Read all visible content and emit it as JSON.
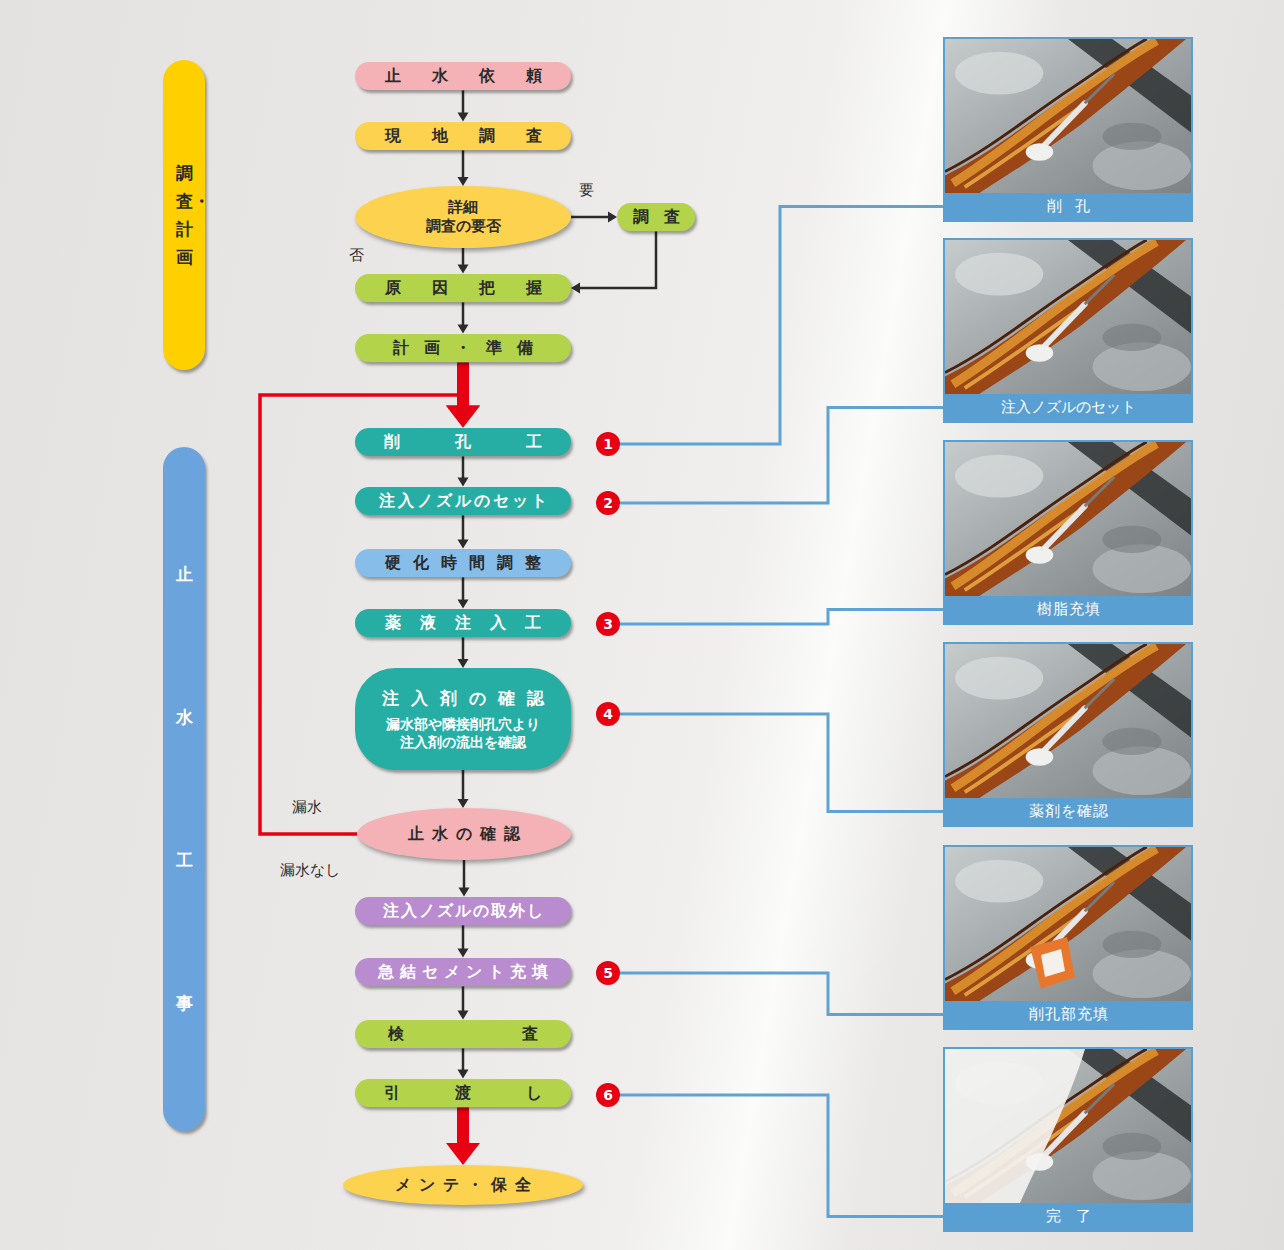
{
  "diagram": {
    "nodes": [
      {
        "text": [
          "調査・計画"
        ]
      },
      {
        "text": [
          "止水依頼"
        ]
      },
      {
        "text": [
          "現地調査"
        ]
      },
      {
        "text": [
          "詳細 調査の要否"
        ]
      },
      {
        "text": [
          "調査"
        ]
      },
      {
        "text": [
          "原因把握"
        ]
      },
      {
        "text": [
          "計画・準備"
        ]
      },
      {
        "text": [
          "止水工事"
        ]
      },
      {
        "text": [
          "削孔工"
        ]
      },
      {
        "text": [
          "注入ノズルのセット"
        ]
      },
      {
        "text": [
          "硬化時間調整"
        ]
      },
      {
        "text": [
          "薬液注入工"
        ]
      },
      {
        "text": [
          "注入剤の確認",
          "漏水部や隣接削孔穴より 注入剤の流出を確認"
        ]
      },
      {
        "text": [
          "止水の確認"
        ]
      },
      {
        "text": [
          "注入ノズルの取外し"
        ]
      },
      {
        "text": [
          "急結セメント充填"
        ]
      },
      {
        "text": [
          "検査"
        ]
      },
      {
        "text": [
          "引渡し"
        ]
      },
      {
        "text": [
          "メンテ・保全"
        ]
      },
      {
        "text": [
          "1"
        ]
      },
      {
        "text": [
          "2"
        ]
      },
      {
        "text": [
          "3"
        ]
      },
      {
        "text": [
          "4"
        ]
      },
      {
        "text": [
          "5"
        ]
      },
      {
        "text": [
          "6"
        ]
      },
      {
        "text": [
          "削孔"
        ]
      },
      {
        "text": [
          "注入ノズルのセット"
        ]
      },
      {
        "text": [
          "樹脂充填"
        ]
      },
      {
        "text": [
          "薬剤を確認"
        ]
      },
      {
        "text": [
          "削孔部充填"
        ]
      },
      {
        "text": [
          "完了"
        ]
      }
    ],
    "edges": [
      {
        "from": 1,
        "to": 2,
        "arrow": "to"
      },
      {
        "from": 2,
        "to": 3,
        "arrow": "to"
      },
      {
        "from": 3,
        "to": 4,
        "label": "要",
        "arrow": "to"
      },
      {
        "from": 3,
        "to": 5,
        "label": "否",
        "arrow": "to"
      },
      {
        "from": 4,
        "to": 5,
        "arrow": "to"
      },
      {
        "from": 5,
        "to": 6,
        "arrow": "to"
      },
      {
        "from": 6,
        "to": 8,
        "arrow": "to"
      },
      {
        "from": 8,
        "to": 9,
        "arrow": "to"
      },
      {
        "from": 9,
        "to": 10,
        "arrow": "to"
      },
      {
        "from": 10,
        "to": 11,
        "arrow": "to"
      },
      {
        "from": 11,
        "to": 12,
        "arrow": "to"
      },
      {
        "from": 12,
        "to": 13,
        "arrow": "to"
      },
      {
        "from": 13,
        "to": 8,
        "label": "漏水",
        "arrow": "to"
      },
      {
        "from": 13,
        "to": 14,
        "label": "漏水なし",
        "arrow": "to"
      },
      {
        "from": 14,
        "to": 15,
        "arrow": "to"
      },
      {
        "from": 15,
        "to": 16,
        "arrow": "to"
      },
      {
        "from": 16,
        "to": 17,
        "arrow": "to"
      },
      {
        "from": 17,
        "to": 18,
        "arrow": "to"
      },
      {
        "from": 19,
        "to": 25,
        "arrow": "none"
      },
      {
        "from": 20,
        "to": 26,
        "arrow": "none"
      },
      {
        "from": 21,
        "to": 27,
        "arrow": "none"
      },
      {
        "from": 22,
        "to": 28,
        "arrow": "none"
      },
      {
        "from": 23,
        "to": 29,
        "arrow": "none"
      },
      {
        "from": 24,
        "to": 30,
        "arrow": "none"
      }
    ]
  }
}
